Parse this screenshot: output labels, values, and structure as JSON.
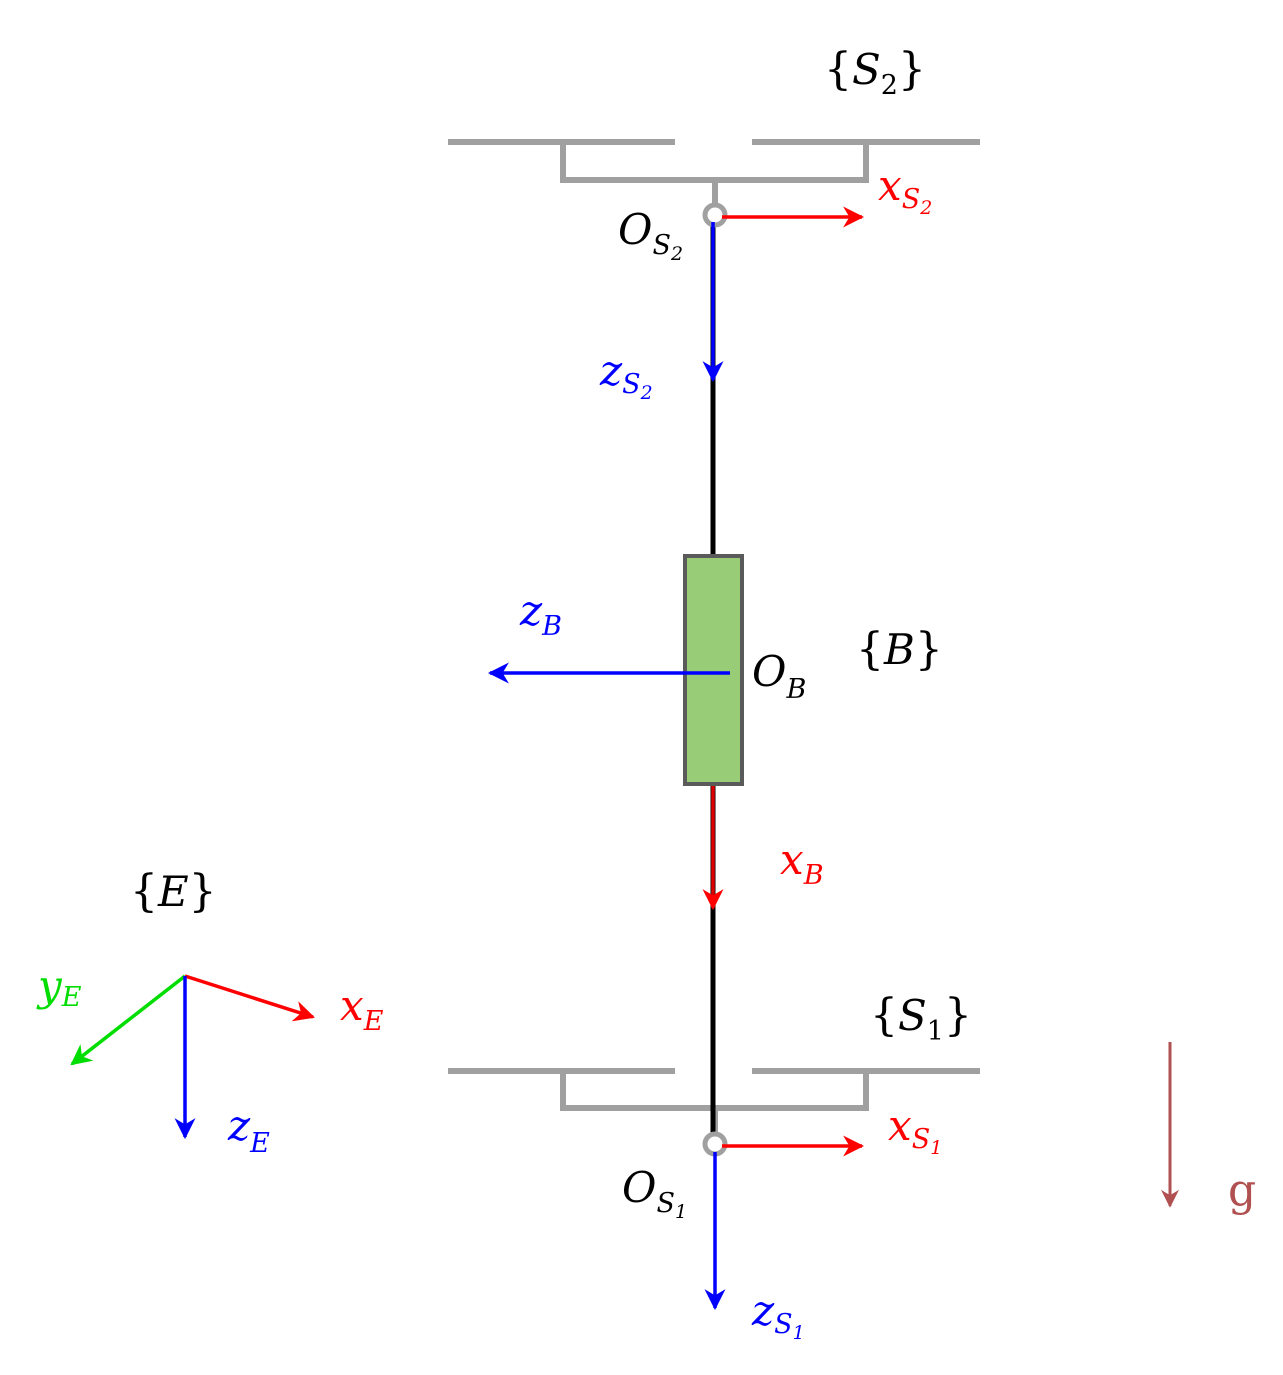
{
  "frames": {
    "S2": {
      "name": "S",
      "sub": "2"
    },
    "B": {
      "name": "B"
    },
    "E": {
      "name": "E"
    },
    "S1": {
      "name": "S",
      "sub": "1"
    }
  },
  "origins": {
    "OS2": {
      "name": "O",
      "sub": "S",
      "subsub": "2"
    },
    "OB": {
      "name": "O",
      "sub": "B"
    },
    "OS1": {
      "name": "O",
      "sub": "S",
      "subsub": "1"
    }
  },
  "axes": {
    "xS2": {
      "name": "x",
      "sub": "S",
      "subsub": "2"
    },
    "zS2": {
      "name": "z",
      "sub": "S",
      "subsub": "2"
    },
    "zB": {
      "name": "z",
      "sub": "B"
    },
    "xB": {
      "name": "x",
      "sub": "B"
    },
    "yE": {
      "name": "y",
      "sub": "E"
    },
    "xE": {
      "name": "x",
      "sub": "E"
    },
    "zE": {
      "name": "z",
      "sub": "E"
    },
    "xS1": {
      "name": "x",
      "sub": "S",
      "subsub": "1"
    },
    "zS1": {
      "name": "z",
      "sub": "S",
      "subsub": "1"
    }
  },
  "gravity": {
    "label": "g"
  },
  "colors": {
    "x_axis": "#ff0000",
    "y_axis": "#00dd00",
    "z_axis": "#0000ff",
    "support": "#a0a0a0",
    "rod": "#000000",
    "body_fill": "#99cc77",
    "body_stroke": "#5a5a5a",
    "gravity": "#b05050"
  }
}
